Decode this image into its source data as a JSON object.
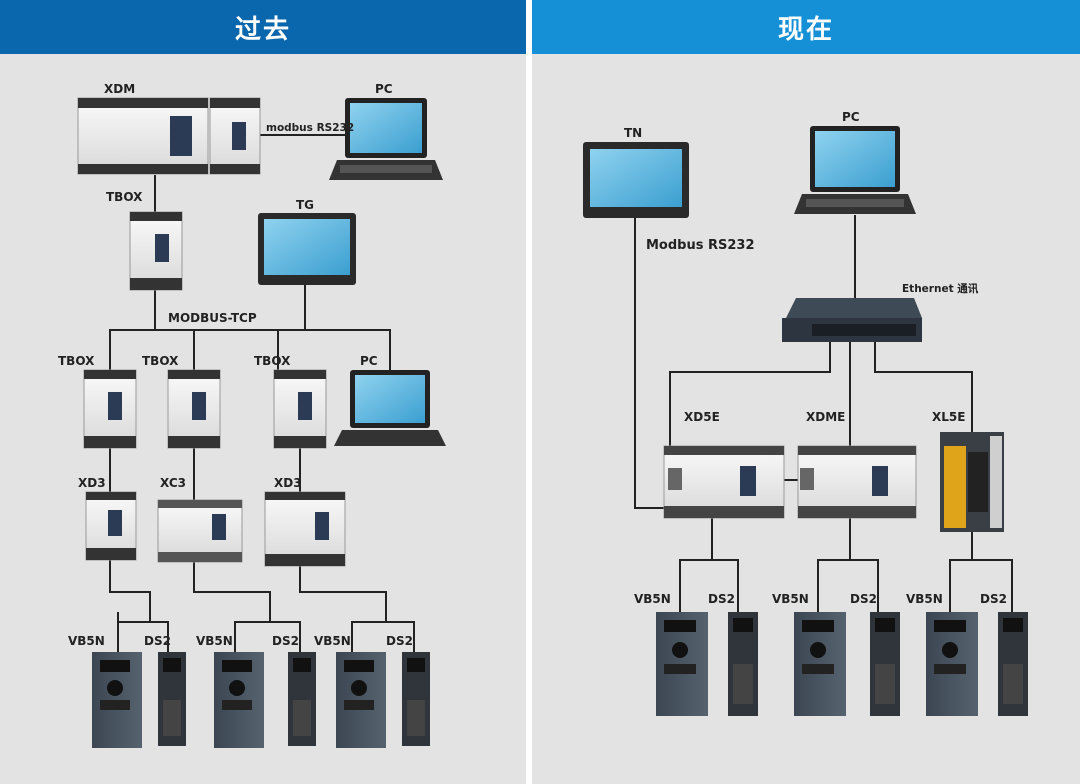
{
  "panels": {
    "left": {
      "title": "过去"
    },
    "right": {
      "title": "现在"
    }
  },
  "left_labels": {
    "xdm": "XDM",
    "pc_top": "PC",
    "modbus_rs232": "modbus RS232",
    "tbox_top": "TBOX",
    "tg": "TG",
    "modbus_tcp": "MODBUS-TCP",
    "tbox_1": "TBOX",
    "tbox_2": "TBOX",
    "tbox_3": "TBOX",
    "pc_mid": "PC",
    "xd3_1": "XD3",
    "xc3": "XC3",
    "xd3_2": "XD3",
    "vb5n_1": "VB5N",
    "ds2_1": "DS2",
    "vb5n_2": "VB5N",
    "ds2_2": "DS2",
    "vb5n_3": "VB5N",
    "ds2_3": "DS2"
  },
  "right_labels": {
    "tn": "TN",
    "pc": "PC",
    "modbus_rs232": "Modbus RS232",
    "ethernet": "Ethernet 通讯",
    "xd5e": "XD5E",
    "xdme": "XDME",
    "xl5e": "XL5E",
    "vb5n_1": "VB5N",
    "ds2_1": "DS2",
    "vb5n_2": "VB5N",
    "ds2_2": "DS2",
    "vb5n_3": "VB5N",
    "ds2_3": "DS2"
  },
  "colors": {
    "past_header": "#0a67ae",
    "now_header": "#1590d6",
    "panel_bg": "#e3e3e3",
    "line": "#222222"
  }
}
